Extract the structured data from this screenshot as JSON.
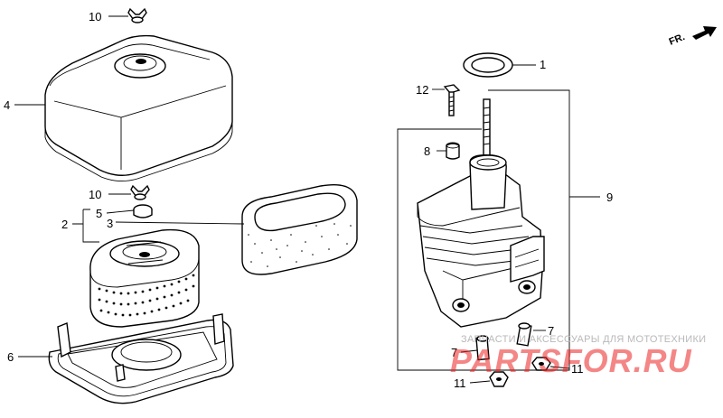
{
  "callouts": {
    "c1": "1",
    "c2": "2",
    "c3": "3",
    "c4": "4",
    "c5": "5",
    "c6": "6",
    "c7a": "7",
    "c7b": "7",
    "c8": "8",
    "c9": "9",
    "c10a": "10",
    "c10b": "10",
    "c11a": "11",
    "c11b": "11",
    "c12": "12"
  },
  "direction_label": "FR.",
  "watermark": {
    "tagline": "ЗАПЧАСТИ И АКСЕССУАРЫ ДЛЯ МОТОТЕХНИКИ",
    "site": "PARTSFOR.RU"
  },
  "colors": {
    "line": "#000000",
    "watermark_red": "#ec2424",
    "watermark_gray": "#b9b9b9"
  }
}
